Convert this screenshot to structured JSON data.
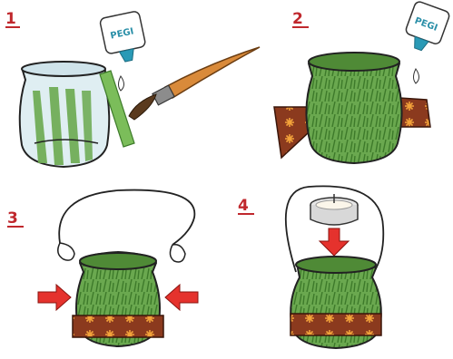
{
  "steps": [
    {
      "label": "1"
    },
    {
      "label": "2"
    },
    {
      "label": "3"
    },
    {
      "label": "4"
    }
  ],
  "glue_bottle_label": "PEGI",
  "colors": {
    "step_number": "#c0282d",
    "glass_green": "#6aa84f",
    "dark_green": "#3d7a2a",
    "band_brown": "#8b3a1e",
    "band_star": "#f2a23a",
    "arrow_red": "#e5322d",
    "brush_handle": "#d98a3a",
    "glue_cap": "#2a9ab6"
  }
}
